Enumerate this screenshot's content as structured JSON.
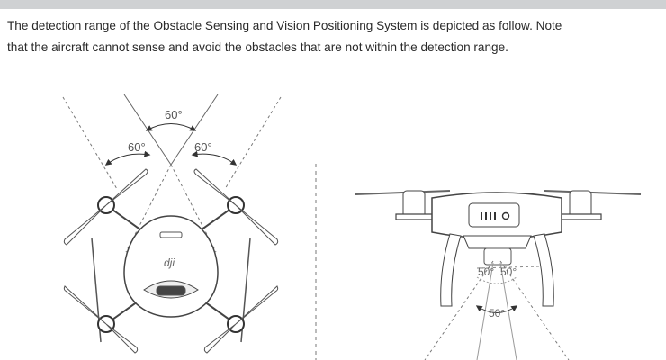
{
  "paragraph": {
    "line1": "The detection range of the Obstacle Sensing and Vision Positioning System is depicted as follow. Note",
    "line2": "that the aircraft cannot sense and avoid the obstacles that are not within the detection range."
  },
  "top_view": {
    "angle_center": "60°",
    "angle_left": "60°",
    "angle_right": "60°",
    "logo_text": "dji"
  },
  "side_view": {
    "angle_left": "50°",
    "angle_right": "50°",
    "angle_bottom": "50°"
  }
}
